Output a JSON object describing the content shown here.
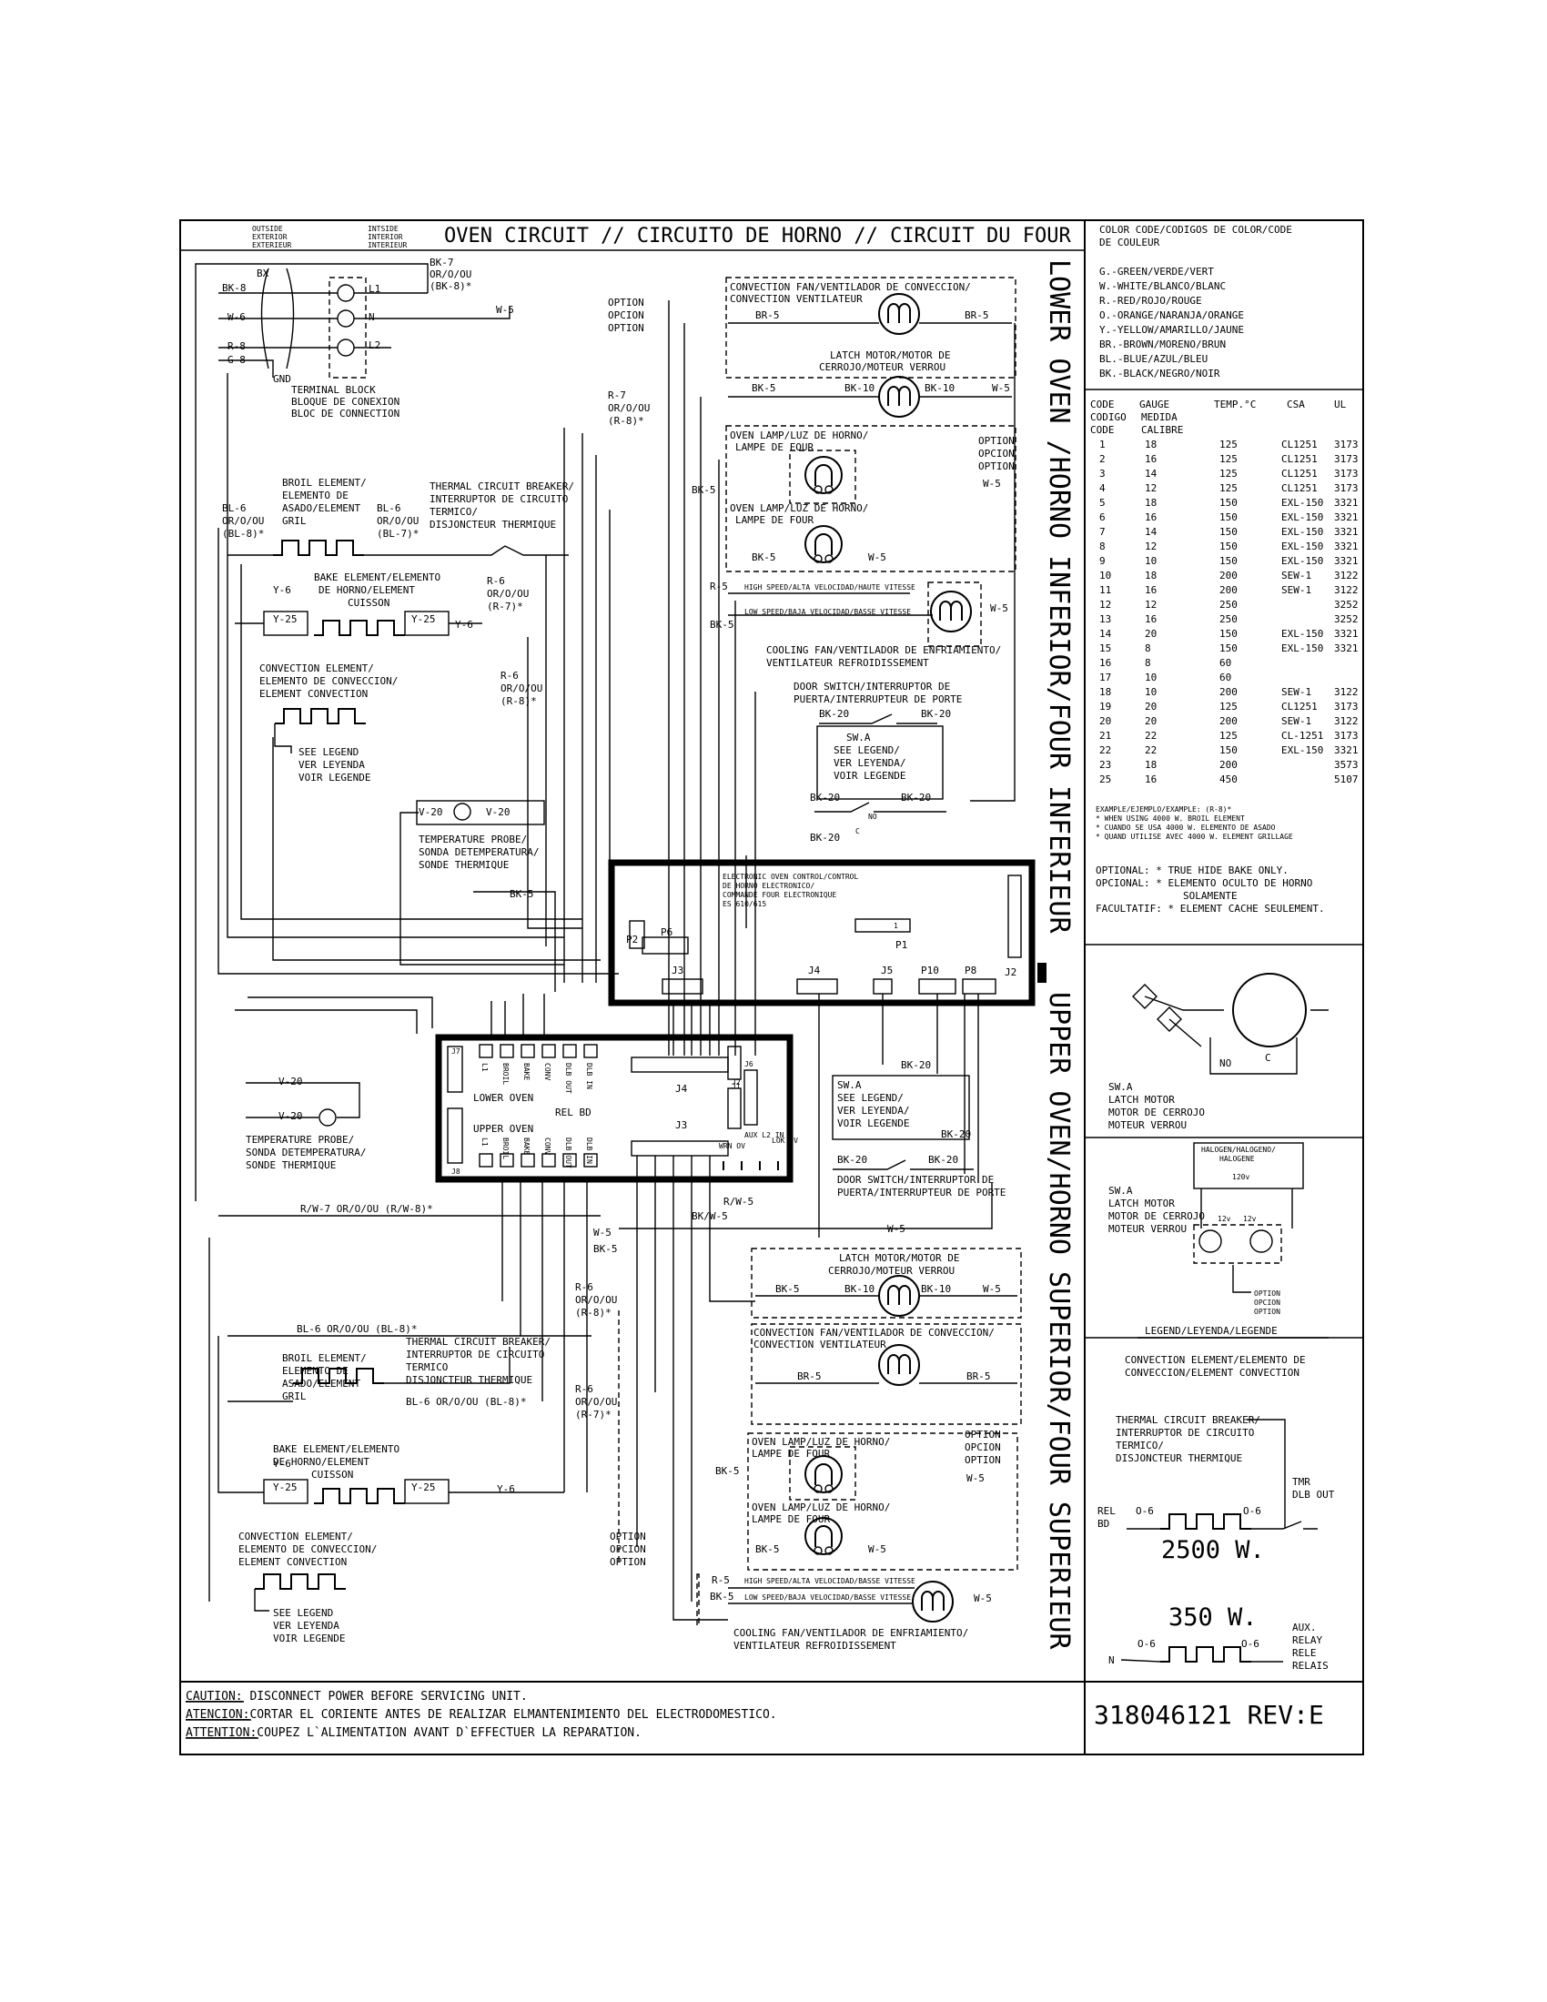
{
  "title": "OVEN CIRCUIT // CIRCUITO DE HORNO // CIRCUIT DU FOUR",
  "side_title_lower": "LOWER OVEN /HORNO INFERIOR/FOUR INFERIEUR",
  "side_title_upper": "UPPER OVEN/HORNO SUPERIOR/FOUR SUPERIEUR",
  "part_number": "318046121 REV:E",
  "supply": {
    "outside": [
      "OUTSIDE",
      "EXTERIOR",
      "EXTERIEUR"
    ],
    "inside": [
      "INTSIDE",
      "INTERIOR",
      "INTERIEUR"
    ],
    "bx": "BX",
    "bk8": "BK-8",
    "w6": "W-6",
    "r8": "R-8",
    "g8": "G-8",
    "gnd": "GND",
    "bk7": [
      "BK-7",
      "OR/O/OU",
      "(BK-8)*"
    ],
    "l1": "L1",
    "n": "N",
    "l2": "L2",
    "w5": "W-5",
    "terminal_block": [
      "TERMINAL BLOCK",
      "BLOQUE DE CONEXION",
      "BLOC DE CONNECTION"
    ]
  },
  "lower": {
    "option": [
      "OPTION",
      "OPCION",
      "OPTION"
    ],
    "conv_fan": [
      "CONVECTION FAN/VENTILADOR DE CONVECCION/",
      "CONVECTION VENTILATEUR"
    ],
    "br5": "BR-5",
    "latch_motor": [
      "LATCH MOTOR/MOTOR DE",
      "CERROJO/MOTEUR VERROU"
    ],
    "bk5": "BK-5",
    "bk10": "BK-10",
    "w5": "W-5",
    "r7": [
      "R-7",
      "OR/O/OU",
      "(R-8)*"
    ],
    "lamp1": [
      "OVEN LAMP/LUZ DE HORNO/",
      "LAMPE DE FOUR"
    ],
    "lamp2": [
      "OVEN LAMP/LUZ DE HORNO/",
      "LAMPE DE FOUR"
    ],
    "broil": [
      "BROIL ELEMENT/",
      "ELEMENTO DE",
      "ASADO/ELEMENT",
      "GRIL"
    ],
    "bl6a": [
      "BL-6",
      "OR/O/OU",
      "(BL-8)*"
    ],
    "bl6b": [
      "BL-6",
      "OR/O/OU",
      "(BL-7)*"
    ],
    "tcb": [
      "THERMAL CIRCUIT BREAKER/",
      "INTERRUPTOR DE CIRCUITO",
      "TERMICO/",
      "DISJONCTEUR THERMIQUE"
    ],
    "r5": "R-5",
    "high_speed": "HIGH SPEED/ALTA VELOCIDAD/HAUTE VITESSE",
    "low_speed": "LOW SPEED/BAJA VELOCIDAD/BASSE VITESSE",
    "bake": [
      "BAKE ELEMENT/ELEMENTO",
      "DE HORNO/ELEMENT",
      "CUISSON"
    ],
    "y6": "Y-6",
    "y25": "Y-25",
    "r6a": [
      "R-6",
      "OR/O/OU",
      "(R-7)*"
    ],
    "cooling": [
      "COOLING FAN/VENTILADOR DE ENFRIAMIENTO/",
      "VENTILATEUR REFROIDISSEMENT"
    ],
    "conv_elem": [
      "CONVECTION ELEMENT/",
      "ELEMENTO DE CONVECCION/",
      "ELEMENT CONVECTION"
    ],
    "r6b": [
      "R-6",
      "OR/O/OU",
      "(R-8)*"
    ],
    "door_switch": [
      "DOOR SWITCH/INTERRUPTOR DE",
      "PUERTA/INTERRUPTEUR DE PORTE"
    ],
    "bk20": "BK-20",
    "swa": [
      "SW.A",
      "SEE LEGEND/",
      "VER LEYENDA/",
      "VOIR LEGENDE"
    ],
    "see_legend": [
      "SEE LEGEND",
      "VER LEYENDA",
      "VOIR LEGENDE"
    ],
    "no": "NO",
    "c": "C",
    "v20": "V-20",
    "probe": [
      "TEMPERATURE PROBE/",
      "SONDA DETEMPERATURA/",
      "SONDE THERMIQUE"
    ]
  },
  "control": {
    "title": [
      "ELECTRONIC OVEN CONTROL/CONTROL",
      "DE HORNO ELECTRONICO/",
      "COMMANDE FOUR ELECTRONIQUE",
      "ES 610/615"
    ],
    "p2": "P2",
    "p6": "P6",
    "p1": "P1",
    "j3": "J3",
    "j4": "J4",
    "j5": "J5",
    "p10": "P10",
    "p8": "P8",
    "j2": "J2",
    "one": "1"
  },
  "relay": {
    "top_pins": [
      "L1",
      "BROIL",
      "BAKE",
      "CONV",
      "DLB OUT",
      "DLB IN"
    ],
    "bottom_pins": [
      "L1",
      "BROIL",
      "BAKE",
      "CONV",
      "DLB OUT",
      "DLB IN"
    ],
    "j7": "J7",
    "j8": "J8",
    "j4": "J4",
    "j3": "J3",
    "j1": "J1",
    "j2": "J2",
    "j6": "J6",
    "lower_oven": "LOWER OVEN",
    "upper_oven": "UPPER OVEN",
    "rel_bd": "REL BD",
    "small": [
      "WRN OV",
      "AUX L2 IN",
      "LOK OV"
    ]
  },
  "upper": {
    "bk20": "BK-20",
    "swa": [
      "SW.A",
      "SEE LEGEND/",
      "VER LEYENDA/",
      "VOIR LEGENDE"
    ],
    "door_switch": [
      "DOOR SWITCH/INTERRUPTOR DE",
      "PUERTA/INTERRUPTEUR DE PORTE"
    ],
    "v20": "V-20",
    "probe": [
      "TEMPERATURE PROBE/",
      "SONDA DETEMPERATURA/",
      "SONDE THERMIQUE"
    ],
    "rw7": "R/W-7 OR/O/OU (R/W-8)*",
    "rw5": "R/W-5",
    "bkw5": "BK/W-5",
    "w5": "W-5",
    "bk5": "BK-5",
    "r6a": [
      "R-6",
      "OR/O/OU",
      "(R-8)*"
    ],
    "latch_motor": [
      "LATCH MOTOR/MOTOR DE",
      "CERROJO/MOTEUR VERROU"
    ],
    "bk10": "BK-10",
    "bl6": "BL-6 OR/O/OU (BL-8)*",
    "broil": [
      "BROIL ELEMENT/",
      "ELEMENTO DE",
      "ASADO/ELEMENT",
      "GRIL"
    ],
    "tcb": [
      "THERMAL CIRCUIT BREAKER/",
      "INTERRUPTOR DE CIRCUITO",
      "TERMICO",
      "DISJONCTEUR THERMIQUE"
    ],
    "bl6b": "BL-6 OR/O/OU (BL-8)*",
    "conv_fan": [
      "CONVECTION FAN/VENTILADOR DE CONVECCION/",
      "CONVECTION VENTILATEUR"
    ],
    "br5": "BR-5",
    "r6b": [
      "R-6",
      "OR/O/OU",
      "(R-7)*"
    ],
    "bake": [
      "BAKE ELEMENT/ELEMENTO",
      "DE HORNO/ELEMENT",
      "CUISSON"
    ],
    "y6": "Y-6",
    "y25": "Y-25",
    "lamp1": [
      "OVEN LAMP/LUZ DE HORNO/",
      "LAMPE DE FOUR"
    ],
    "lamp2": [
      "OVEN LAMP/LUZ DE HORNO/",
      "LAMPE DE FOUR"
    ],
    "option": [
      "OPTION",
      "OPCION",
      "OPTION"
    ],
    "conv_elem": [
      "CONVECTION ELEMENT/",
      "ELEMENTO DE CONVECCION/",
      "ELEMENT CONVECTION"
    ],
    "see_legend": [
      "SEE LEGEND",
      "VER LEYENDA",
      "VOIR LEGENDE"
    ],
    "r5": "R-5",
    "high_speed": "HIGH SPEED/ALTA VELOCIDAD/BASSE VITESSE",
    "low_speed": "LOW SPEED/BAJA VELOCIDAD/BASSE VITESSE",
    "cooling": [
      "COOLING FAN/VENTILADOR DE ENFRIAMIENTO/",
      "VENTILATEUR REFROIDISSEMENT"
    ]
  },
  "color_code": {
    "title": [
      "COLOR CODE/CODIGOS DE COLOR/CODE",
      "DE COULEUR"
    ],
    "items": [
      "G.-GREEN/VERDE/VERT",
      "W.-WHITE/BLANCO/BLANC",
      "R.-RED/ROJO/ROUGE",
      "O.-ORANGE/NARANJA/ORANGE",
      "Y.-YELLOW/AMARILLO/JAUNE",
      "BR.-BROWN/MORENO/BRUN",
      "BL.-BLUE/AZUL/BLEU",
      "BK.-BLACK/NEGRO/NOIR"
    ]
  },
  "gauge_table": {
    "headers": [
      "CODE",
      "GAUGE",
      "TEMP.°C",
      "CSA",
      "UL"
    ],
    "header2": [
      "CODIGO",
      "MEDIDA"
    ],
    "header3": [
      "CODE",
      "CALIBRE"
    ],
    "rows": [
      [
        "1",
        "18",
        "125",
        "CL1251",
        "3173"
      ],
      [
        "2",
        "16",
        "125",
        "CL1251",
        "3173"
      ],
      [
        "3",
        "14",
        "125",
        "CL1251",
        "3173"
      ],
      [
        "4",
        "12",
        "125",
        "CL1251",
        "3173"
      ],
      [
        "5",
        "18",
        "150",
        "EXL-150",
        "3321"
      ],
      [
        "6",
        "16",
        "150",
        "EXL-150",
        "3321"
      ],
      [
        "7",
        "14",
        "150",
        "EXL-150",
        "3321"
      ],
      [
        "8",
        "12",
        "150",
        "EXL-150",
        "3321"
      ],
      [
        "9",
        "10",
        "150",
        "EXL-150",
        "3321"
      ],
      [
        "10",
        "18",
        "200",
        "SEW-1",
        "3122"
      ],
      [
        "11",
        "16",
        "200",
        "SEW-1",
        "3122"
      ],
      [
        "12",
        "12",
        "250",
        "",
        "3252"
      ],
      [
        "13",
        "16",
        "250",
        "",
        "3252"
      ],
      [
        "14",
        "20",
        "150",
        "EXL-150",
        "3321"
      ],
      [
        "15",
        "8",
        "150",
        "EXL-150",
        "3321"
      ],
      [
        "16",
        "8",
        "60",
        "",
        ""
      ],
      [
        "17",
        "10",
        "60",
        "",
        ""
      ],
      [
        "18",
        "10",
        "200",
        "SEW-1",
        "3122"
      ],
      [
        "19",
        "20",
        "125",
        "CL1251",
        "3173"
      ],
      [
        "20",
        "20",
        "200",
        "SEW-1",
        "3122"
      ],
      [
        "21",
        "22",
        "125",
        "CL-1251",
        "3173"
      ],
      [
        "22",
        "22",
        "150",
        "EXL-150",
        "3321"
      ],
      [
        "23",
        "18",
        "200",
        "",
        "3573"
      ],
      [
        "25",
        "16",
        "450",
        "",
        "5107"
      ]
    ]
  },
  "example": [
    "EXAMPLE/EJEMPLO/EXAMPLE: (R-8)*",
    "* WHEN USING 4000 W. BROIL ELEMENT",
    "* CUANDO SE USA 4000 W. ELEMENTO DE ASADO",
    "* QUAND UTILISE AVEC 4000 W. ELEMENT GRILLAGE"
  ],
  "optional": [
    "OPTIONAL:  * TRUE HIDE BAKE ONLY.",
    "OPCIONAL:  * ELEMENTO OCULTO DE HORNO",
    "SOLAMENTE",
    "FACULTATIF: * ELEMENT CACHE SEULEMENT."
  ],
  "latch_legend": {
    "no": "NO",
    "c": "C",
    "swa": [
      "SW.A",
      "LATCH MOTOR",
      "MOTOR DE CERROJO",
      "MOTEUR VERROU"
    ],
    "halogen": "HALOGEN/HALOGENO/",
    "halogene": "HALOGENE",
    "v120": "120v",
    "v12": "12v",
    "swa2": [
      "SW.A",
      "LATCH MOTOR",
      "MOTOR DE CERROJO",
      "MOTEUR VERROU"
    ],
    "option": [
      "OPTION",
      "OPCION",
      "OPTION"
    ]
  },
  "legend": {
    "title": "LEGEND/LEYENDA/LEGENDE",
    "conv": [
      "CONVECTION ELEMENT/ELEMENTO DE",
      "CONVECCION/ELEMENT CONVECTION"
    ],
    "tcb": [
      "THERMAL CIRCUIT BREAKER/",
      "INTERRUPTOR DE CIRCUITO",
      "TERMICO/",
      "DISJONCTEUR THERMIQUE"
    ],
    "tmr": [
      "TMR",
      "DLB OUT"
    ],
    "rel": [
      "REL",
      "BD"
    ],
    "o6": "O-6",
    "w2500": "2500 W.",
    "w350": "350 W.",
    "n": "N",
    "aux": [
      "AUX.",
      "RELAY",
      "RELE",
      "RELAIS"
    ]
  },
  "caution": {
    "l1a": "CAUTION:",
    "l1b": " DISCONNECT POWER BEFORE SERVICING UNIT.",
    "l2a": "ATENCION:",
    "l2b": "CORTAR EL CORIENTE ANTES DE REALIZAR ELMANTENIMIENTO DEL ELECTRODOMESTICO.",
    "l3a": "ATTENTION:",
    "l3b": "COUPEZ L`ALIMENTATION AVANT D`EFFECTUER LA REPARATION."
  }
}
